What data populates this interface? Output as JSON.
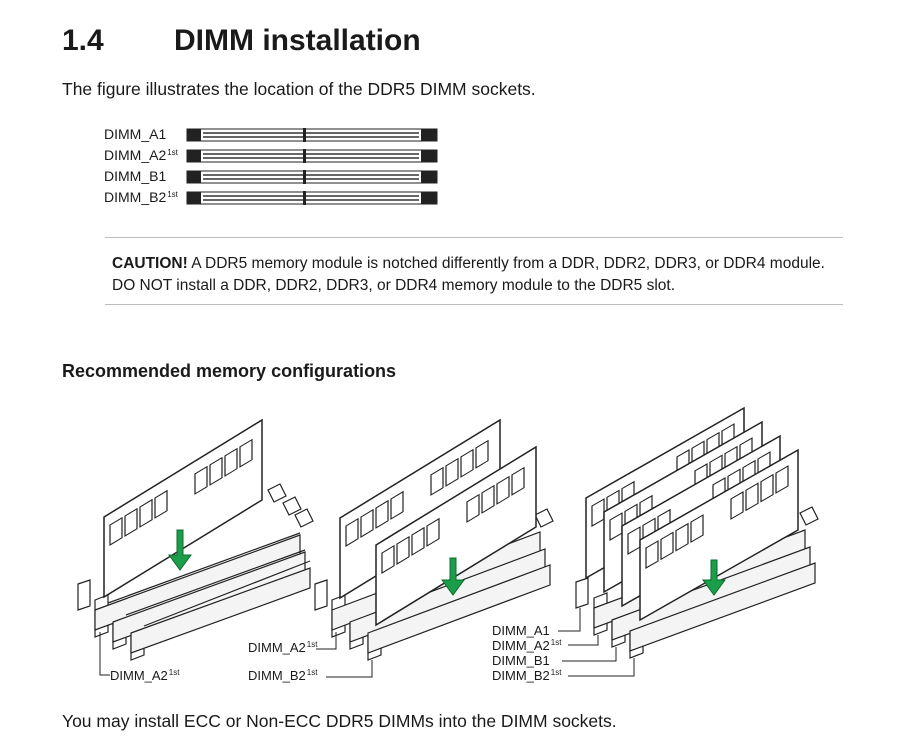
{
  "section": {
    "number": "1.4",
    "title": "DIMM installation"
  },
  "intro": "The figure illustrates the location of the DDR5 DIMM sockets.",
  "slots": [
    {
      "label": "DIMM_A1",
      "sup": ""
    },
    {
      "label": "DIMM_A2",
      "sup": "1st"
    },
    {
      "label": "DIMM_B1",
      "sup": ""
    },
    {
      "label": "DIMM_B2",
      "sup": "1st"
    }
  ],
  "caution": {
    "lead": "CAUTION!",
    "text": " A DDR5 memory module is notched differently from a DDR, DDR2, DDR3, or DDR4 module. DO NOT install a DDR, DDR2, DDR3, or DDR4 memory module to the DDR5 slot."
  },
  "subheading": "Recommended memory configurations",
  "configs": [
    {
      "labels": [
        {
          "label": "DIMM_A2",
          "sup": "1st"
        }
      ]
    },
    {
      "labels": [
        {
          "label": "DIMM_A2",
          "sup": "1st"
        },
        {
          "label": "DIMM_B2",
          "sup": "1st"
        }
      ]
    },
    {
      "labels": [
        {
          "label": "DIMM_A1",
          "sup": ""
        },
        {
          "label": "DIMM_A2",
          "sup": "1st"
        },
        {
          "label": "DIMM_B1",
          "sup": ""
        },
        {
          "label": "DIMM_B2",
          "sup": "1st"
        }
      ]
    }
  ],
  "footer": "You may install ECC or Non-ECC DDR5 DIMMs into the DIMM sockets.",
  "colors": {
    "arrow": "#1b9e4a",
    "text": "#1a1a1a",
    "rule": "#bcbcbc"
  }
}
